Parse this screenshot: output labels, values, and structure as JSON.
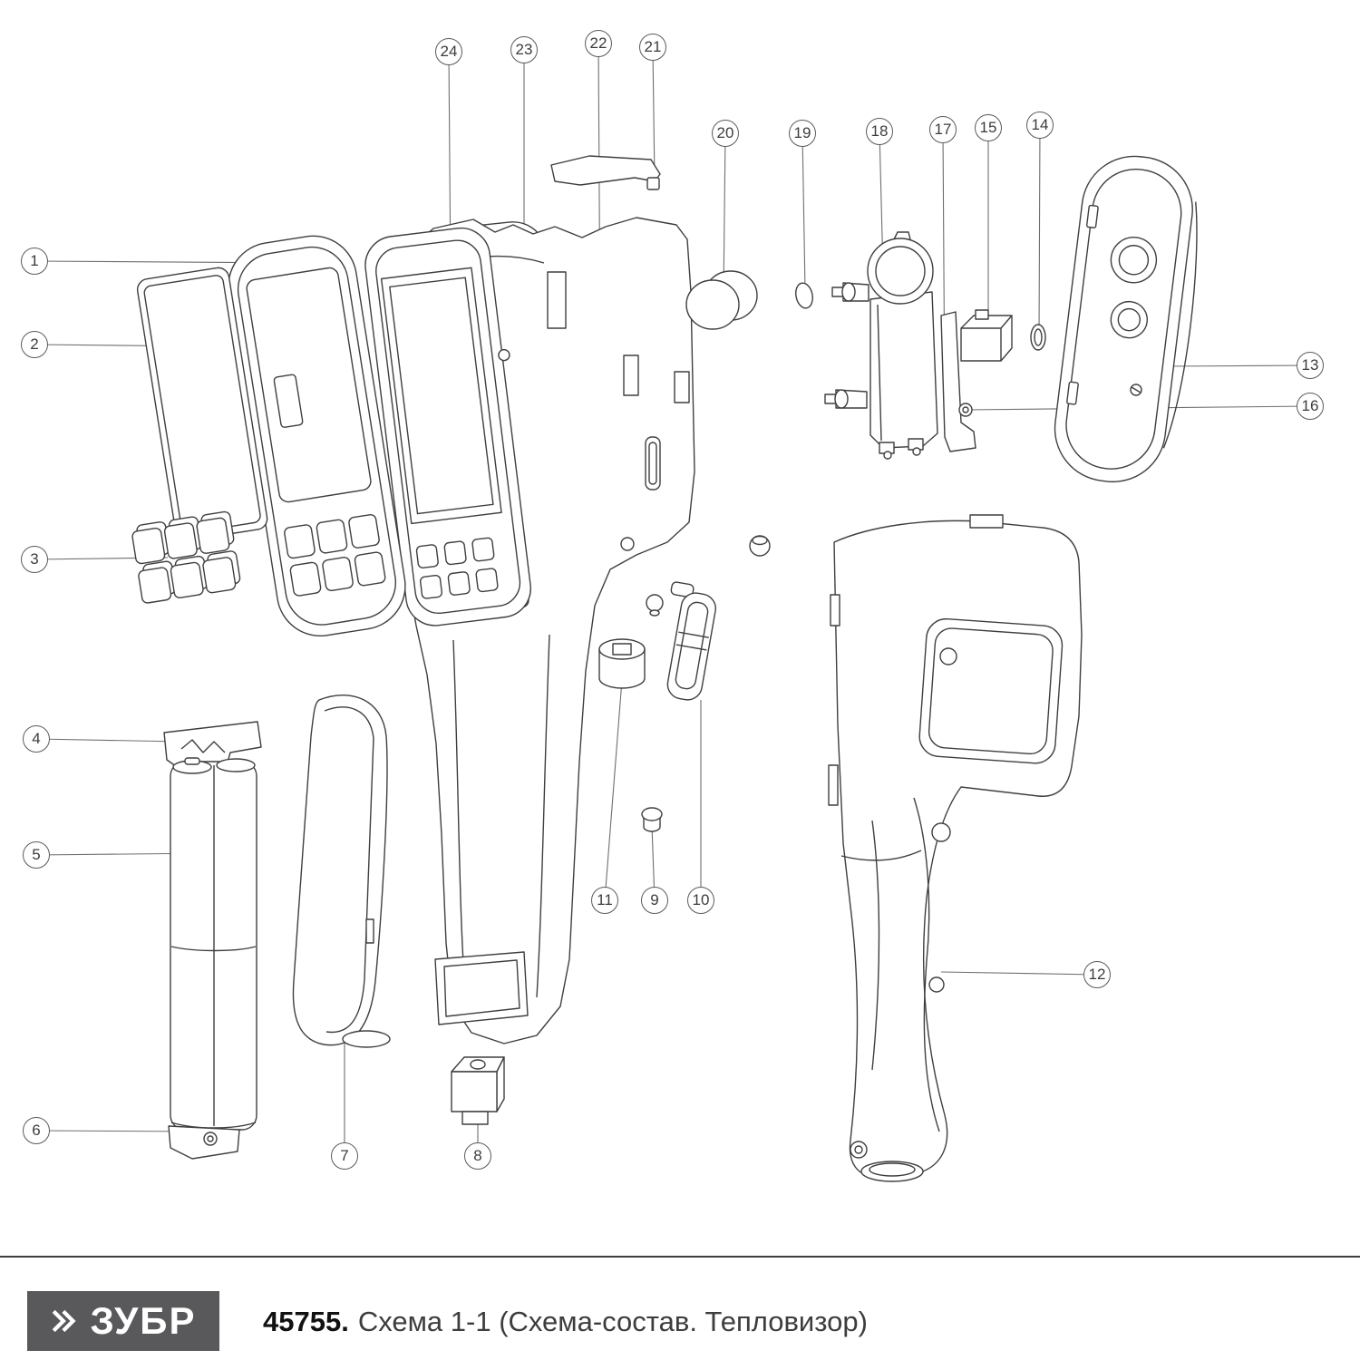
{
  "callouts": [
    "1",
    "2",
    "3",
    "4",
    "5",
    "6",
    "7",
    "8",
    "9",
    "10",
    "11",
    "12",
    "13",
    "14",
    "15",
    "16",
    "17",
    "18",
    "19",
    "20",
    "21",
    "22",
    "23",
    "24"
  ],
  "footer": {
    "brand": "ЗУБР",
    "doc_number": "45755.",
    "title": "Схема 1-1 (Схема-состав. Тепловизор)"
  },
  "colors": {
    "line": "#3f3f3f",
    "leader": "#6e6e6e",
    "logo_bg": "#59595b"
  }
}
